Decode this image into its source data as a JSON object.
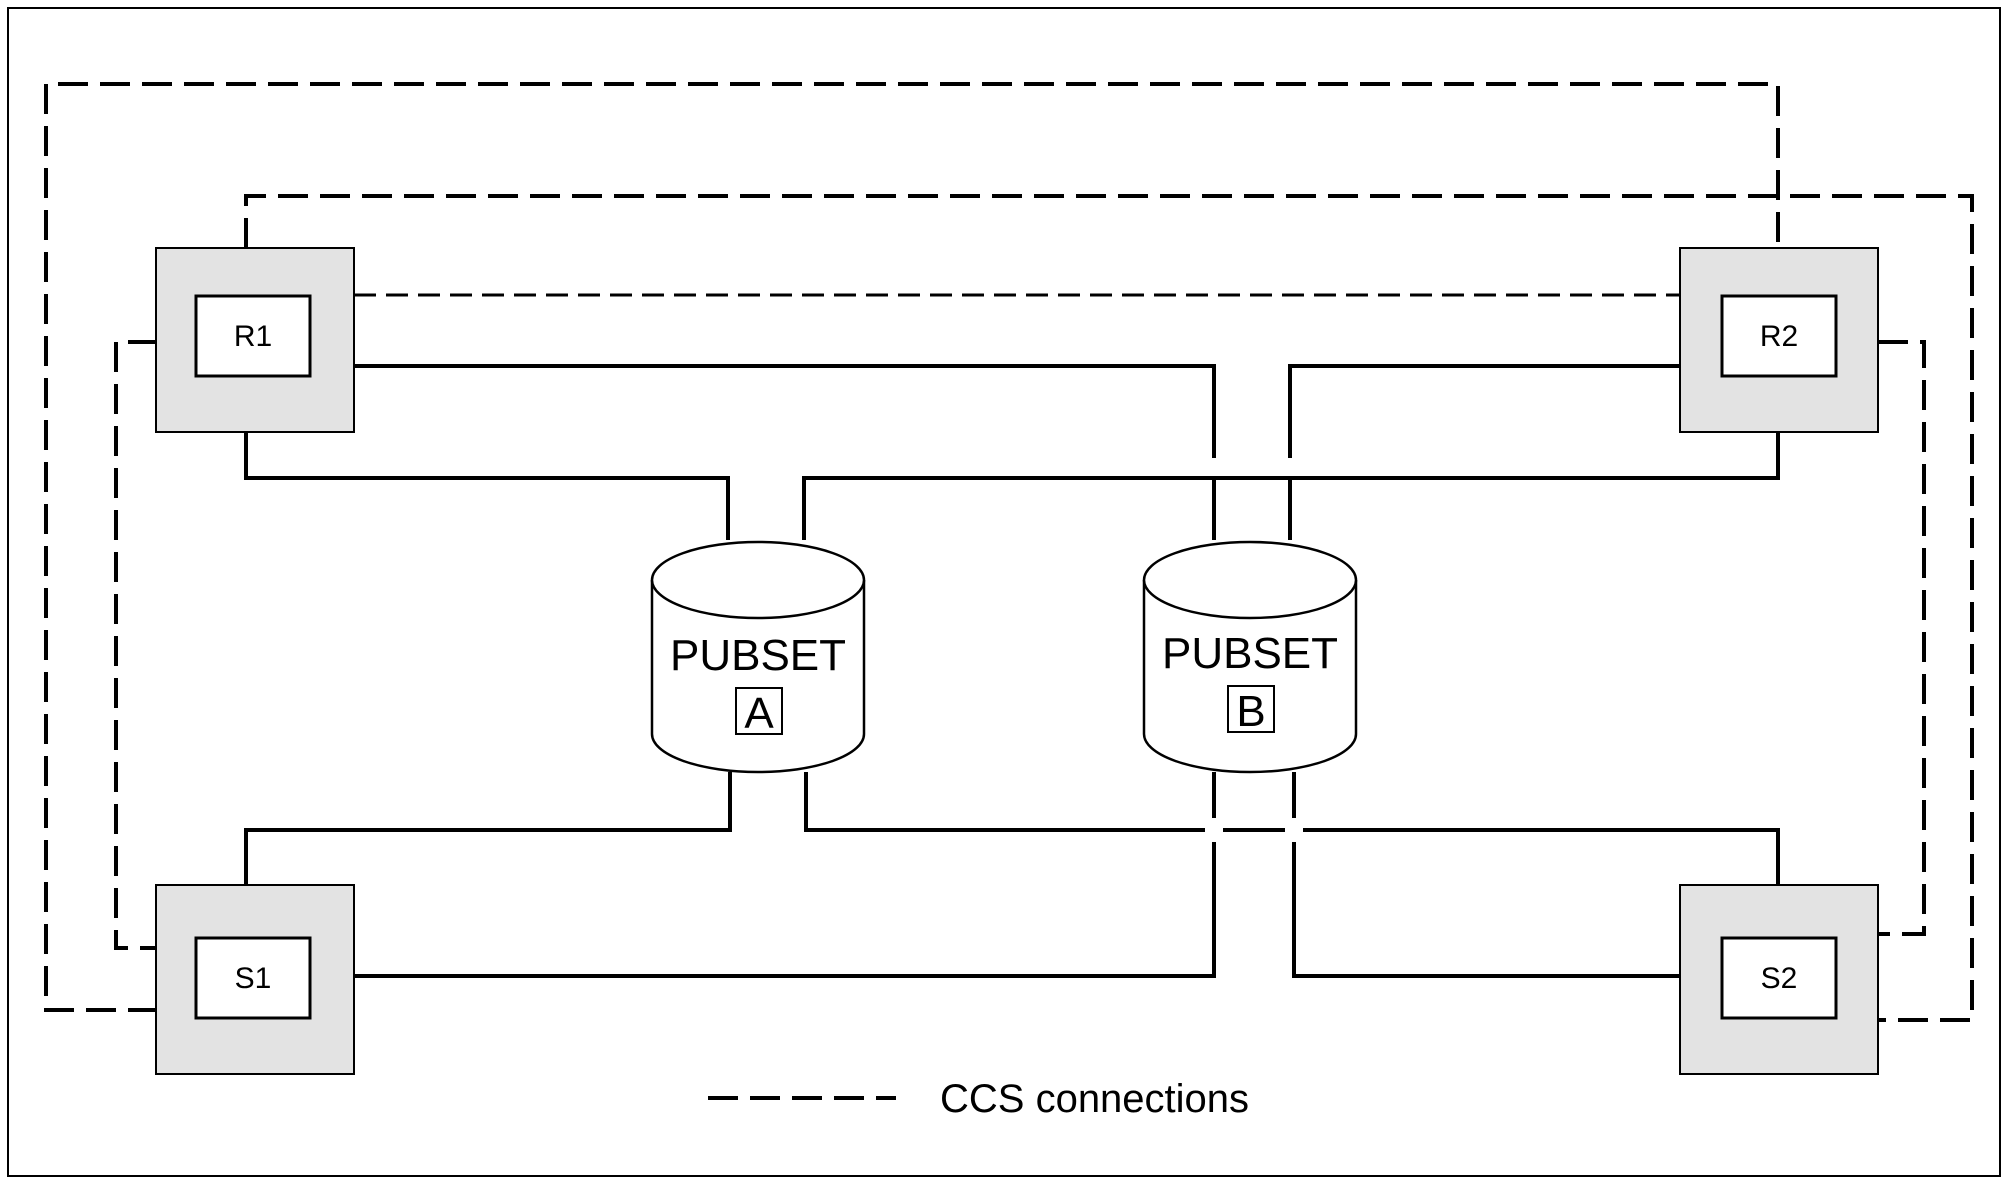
{
  "hosts": {
    "r1": "R1",
    "r2": "R2",
    "s1": "S1",
    "s2": "S2"
  },
  "pubsets": {
    "a": {
      "title": "PUBSET",
      "letter": "A"
    },
    "b": {
      "title": "PUBSET",
      "letter": "B"
    }
  },
  "legend": {
    "label": "CCS connections"
  }
}
